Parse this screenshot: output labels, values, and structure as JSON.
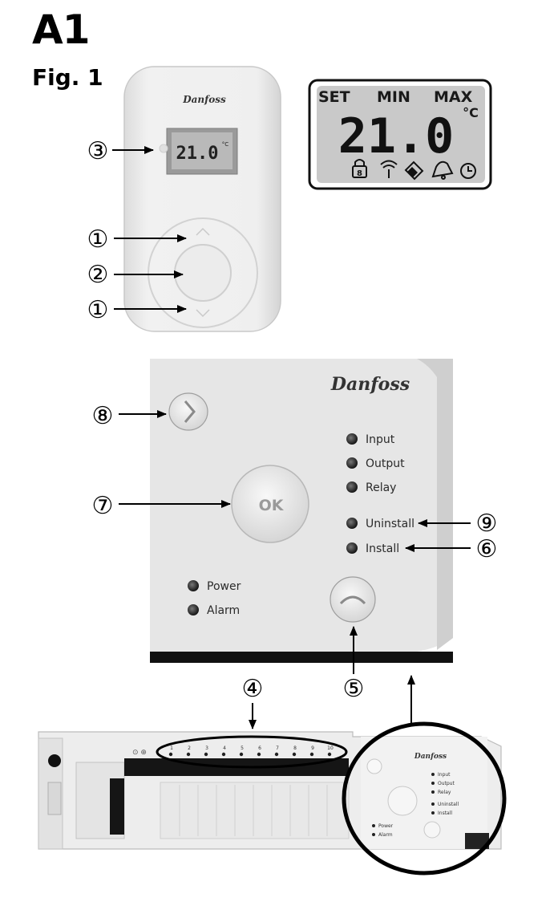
{
  "heading": {
    "section": "A1",
    "figure": "Fig. 1"
  },
  "brand": "Danfoss",
  "thermostat": {
    "display_value": "21.0",
    "display_unit": "°C"
  },
  "lcd_detail": {
    "modes": [
      "SET",
      "MIN",
      "MAX"
    ],
    "value": "21.0",
    "unit": "°C",
    "icons": [
      "lock-icon",
      "wireless-signal-icon",
      "battery-icon",
      "alarm-bell-icon",
      "clock-icon"
    ],
    "lock_digit": "8"
  },
  "controller": {
    "ok_label": "OK",
    "leds": [
      "Input",
      "Output",
      "Relay",
      "Uninstall",
      "Install"
    ],
    "status_leds": [
      "Power",
      "Alarm"
    ]
  },
  "callouts": {
    "c1": "①",
    "c2": "②",
    "c3": "③",
    "c4": "④",
    "c5": "⑤",
    "c6": "⑥",
    "c7": "⑦",
    "c8": "⑧",
    "c9": "⑨"
  },
  "base_unit": {
    "channel_numbers": [
      "1",
      "2",
      "3",
      "4",
      "5",
      "6",
      "7",
      "8",
      "9",
      "10"
    ]
  },
  "colors": {
    "lcd_background": "#c9c9c9",
    "panel": "#e6e6e6",
    "ink": "#000000"
  }
}
